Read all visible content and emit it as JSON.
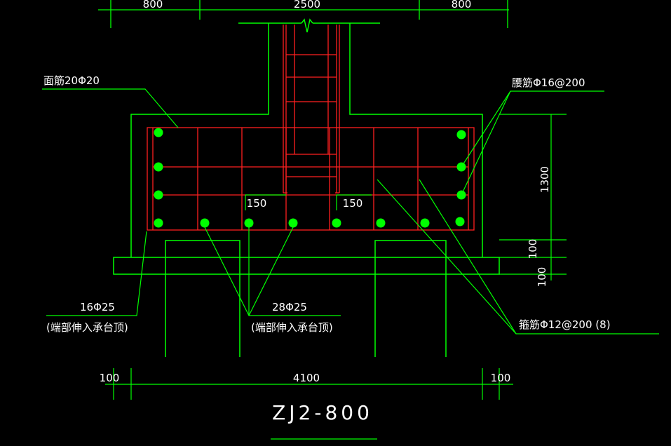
{
  "colors": {
    "background": "#000000",
    "outline": "#00ff00",
    "rebar": "#ff2020",
    "text": "#ffffff",
    "dimension": "#00ff00"
  },
  "dimensions": {
    "top_left": "800",
    "top_middle": "2500",
    "top_right": "800",
    "right_height": "1300",
    "right_bottom_1": "100",
    "right_bottom_2": "100",
    "bottom_left": "100",
    "bottom_middle": "4100",
    "bottom_right": "100",
    "inner_left": "150",
    "inner_right": "150"
  },
  "labels": {
    "top_bars": "面筋20Φ20",
    "waist_bars": "腰筋Φ16@200",
    "bottom_side_bars": "16Φ25",
    "bottom_side_note": "(端部伸入承台顶)",
    "bottom_mid_bars": "28Φ25",
    "bottom_mid_note": "(端部伸入承台顶)",
    "stirrups": "箍筋Φ12@200 (8)"
  },
  "title": "ZJ2-800"
}
